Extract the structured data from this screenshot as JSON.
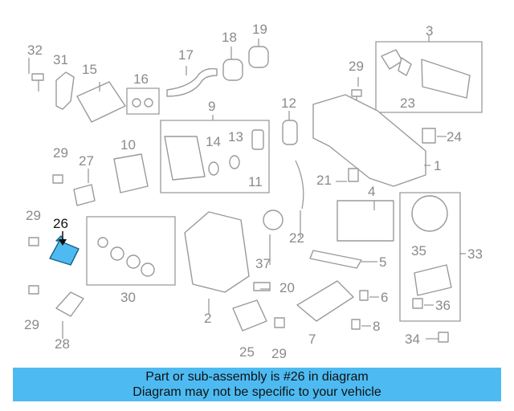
{
  "colors": {
    "highlight": "#4dbbf2",
    "banner": "#4dbbf2",
    "parts": "#9a9a9a"
  },
  "highlighted_part": "26",
  "callouts": [
    "1",
    "2",
    "3",
    "4",
    "5",
    "6",
    "7",
    "8",
    "9",
    "10",
    "11",
    "12",
    "13",
    "14",
    "15",
    "16",
    "17",
    "18",
    "19",
    "20",
    "21",
    "22",
    "23",
    "24",
    "25",
    "26",
    "27",
    "28",
    "29",
    "29",
    "29",
    "29",
    "29",
    "30",
    "31",
    "32",
    "33",
    "34",
    "35",
    "36",
    "37"
  ],
  "caption": {
    "line1": "Part or sub-assembly is #26 in diagram",
    "line2": "Diagram may not be specific to your vehicle"
  }
}
